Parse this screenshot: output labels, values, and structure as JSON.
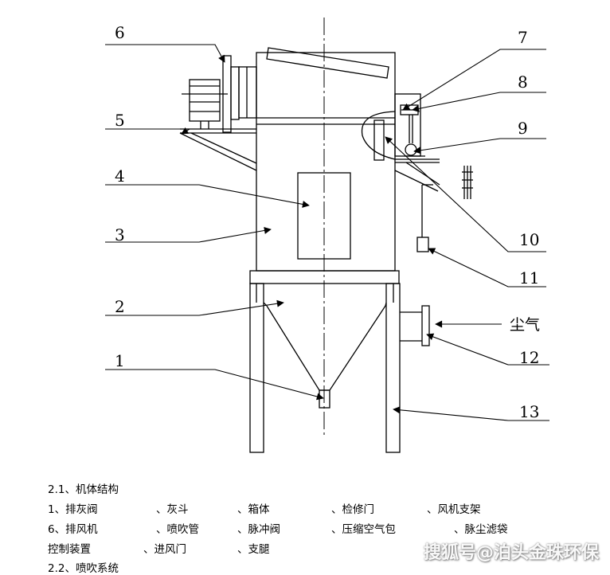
{
  "diagram": {
    "callouts": [
      {
        "id": "1",
        "label": "1"
      },
      {
        "id": "2",
        "label": "2"
      },
      {
        "id": "3",
        "label": "3"
      },
      {
        "id": "4",
        "label": "4"
      },
      {
        "id": "5",
        "label": "5"
      },
      {
        "id": "6",
        "label": "6"
      },
      {
        "id": "7",
        "label": "7"
      },
      {
        "id": "8",
        "label": "8"
      },
      {
        "id": "9",
        "label": "9"
      },
      {
        "id": "10",
        "label": "10"
      },
      {
        "id": "11",
        "label": "11"
      },
      {
        "id": "12",
        "label": "12"
      },
      {
        "id": "13",
        "label": "13"
      }
    ],
    "inlet_label": "尘气"
  },
  "caption": {
    "section_title": "2.1、机体结构",
    "legend_rows": [
      [
        "1、排灰阀",
        "、灰斗",
        "、箱体",
        "、检修门",
        "、风机支架"
      ],
      [
        "6、排风机",
        "、喷吹管",
        "、脉冲阀",
        "、压缩空气包",
        "、脉尘滤袋"
      ],
      [
        "控制装置",
        "、进风门",
        "、支腿"
      ]
    ],
    "next_section": "2.2、喷吹系统"
  },
  "watermark": "搜狐号@泊头金珠环保",
  "colors": {
    "line": "#000000",
    "background": "#ffffff"
  }
}
